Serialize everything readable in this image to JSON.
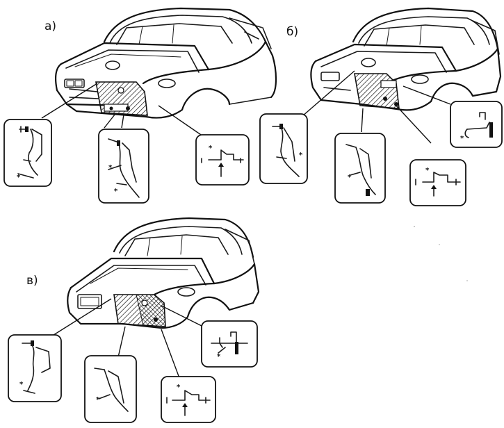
{
  "panels": [
    {
      "id": "a",
      "label": "а)"
    },
    {
      "id": "b",
      "label": "б)"
    },
    {
      "id": "v",
      "label": "в)"
    }
  ],
  "weld_mark": "*"
}
